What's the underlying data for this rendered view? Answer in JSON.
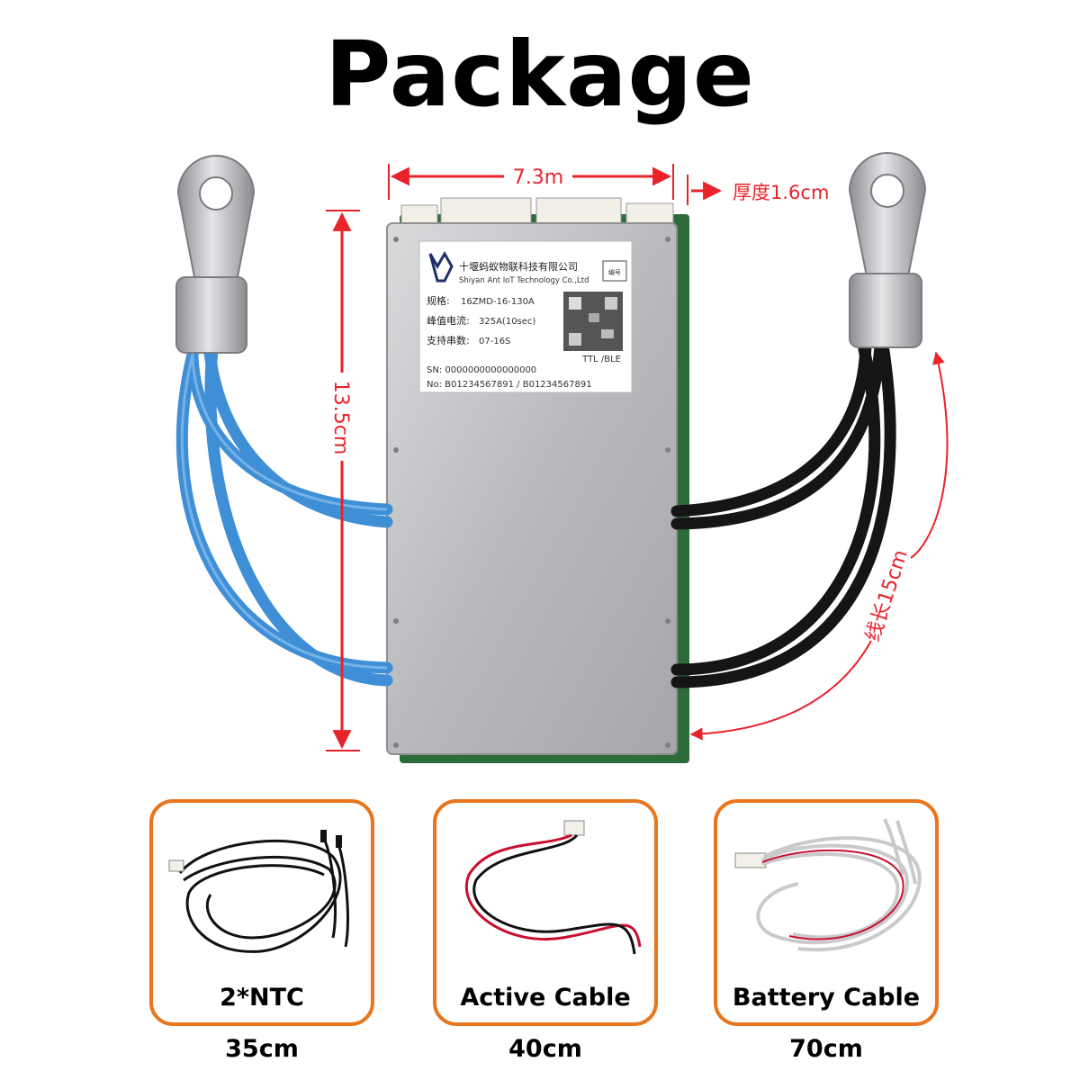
{
  "title": "Package",
  "dimensions": {
    "width": "7.3m",
    "thickness": "厚度1.6cm",
    "height": "13.5cm",
    "cable_length": "线长15cm"
  },
  "label": {
    "company_cn": "十堰蚂蚁物联科技有限公司",
    "company_en": "Shiyan Ant IoT Technology Co.,Ltd",
    "spec_key": "规格:",
    "spec_val": "16ZMD-16-130A",
    "peak_key": "峰值电流:",
    "peak_val": "325A(10sec)",
    "series_key": "支持串数:",
    "series_val": "07-16S",
    "comm": "TTL /BLE",
    "sn": "SN: 0000000000000000",
    "no": "No: B01234567891 / B01234567891",
    "badge": "编号"
  },
  "accessories": [
    {
      "name": "2*NTC",
      "length": "35cm"
    },
    {
      "name": "Active Cable",
      "length": "40cm"
    },
    {
      "name": "Battery Cable",
      "length": "70cm"
    }
  ],
  "colors": {
    "dimension_red": "#e8232a",
    "accent_orange": "#e8761e",
    "blue_cable": "#3f8fd6",
    "black_cable": "#151515",
    "board_green": "#2e6b3a"
  }
}
